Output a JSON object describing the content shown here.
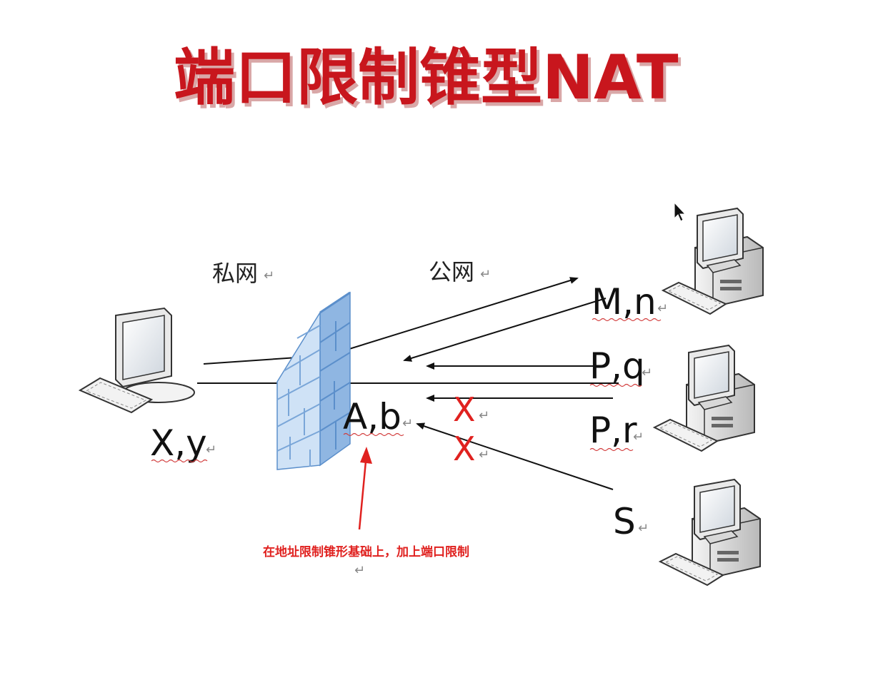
{
  "title": "端口限制锥型NAT",
  "zones": {
    "private": "私网",
    "public": "公网"
  },
  "endpoints": {
    "internal": "X,y",
    "nat": "A,b",
    "host_m": "M,n",
    "host_q": "P,q",
    "host_r": "P,r",
    "host_s": "S"
  },
  "blocked_marks": [
    "X",
    "X"
  ],
  "annotation": "在地址限制锥形基础上，加上端口限制",
  "paragraph_mark": "↵",
  "colors": {
    "title": "#c8161d",
    "annotation": "#e0211f",
    "wall_light": "#cfe2f6",
    "wall_mid": "#8fb6e2",
    "wall_dark": "#5b8fcb"
  },
  "icons": [
    "computer-icon",
    "firewall-icon",
    "mouse-cursor-icon"
  ]
}
